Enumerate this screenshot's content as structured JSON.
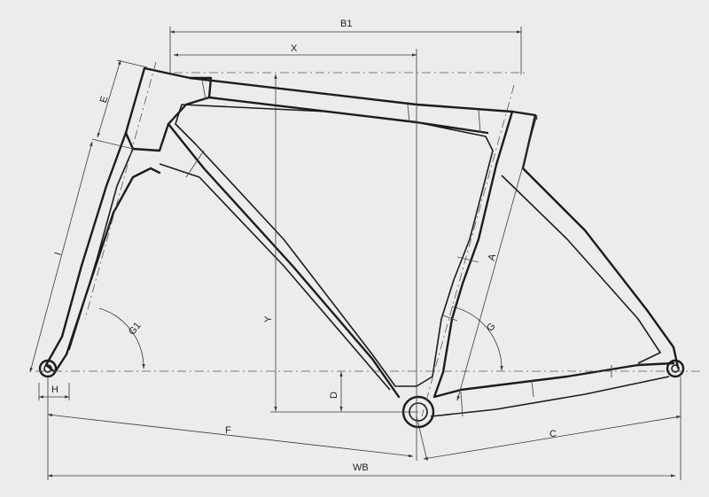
{
  "labels": {
    "b1": "B1",
    "x": "X",
    "e": "E",
    "a": "A",
    "i": "I",
    "y": "Y",
    "g1": "G1",
    "g": "G",
    "d": "D",
    "h": "H",
    "f": "F",
    "c": "C",
    "wb": "WB"
  },
  "colors": {
    "background": "#ececec",
    "stroke": "#1c1c1c"
  }
}
